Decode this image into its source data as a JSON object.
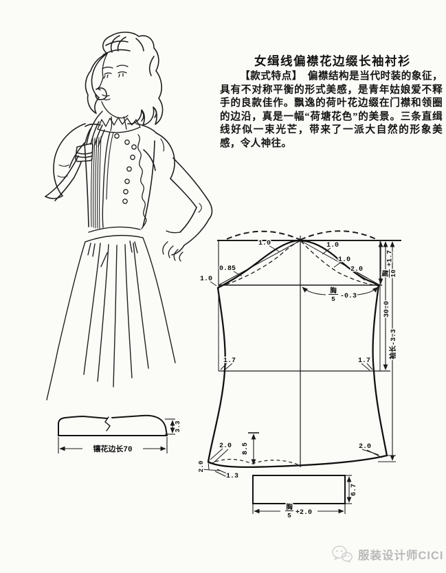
{
  "article": {
    "title": "女缉线偏襟花边缀长袖衬衫",
    "paragraph": "【款式特点】　偏襟结构是当代时装的象征，具有不对称平衡的形式美感，是青年姑娘爱不释手的良款佳作。飘逸的荷叶花边缀在门襟和领圈的边沿，真是一幅“荷塘花色”的美景。三条直缉线好似一束光芒，带来了一派大自然的形象美感，令人神往。"
  },
  "sleeve_pattern": {
    "cap_offset_left_top": "1.0",
    "cap_offset_right_top": "1.0",
    "cap_offset_right_mid": "1.0",
    "cap_offset_right_low": "2.0",
    "cap_offset_left_low": "0.85",
    "underarm_drop_left": "1.0",
    "biceps_half_width": {
      "numerator": "胸",
      "denominator": "5",
      "suffix": "-0.3"
    },
    "elbow_ease_left": "1.7",
    "elbow_ease_right": "1.7",
    "hem_rise_left": "2.0",
    "hem_rise_right": "2.0",
    "hem_corner_drop": "2.0",
    "hem_corner_flare": "1.3",
    "vent_depth": "8.5",
    "cap_height": {
      "numerator": "胸",
      "denominator": "10",
      "suffix": "+1.7"
    },
    "shoulder_to_elbow": "30.0",
    "sleeve_length_label": "袖长-3.3"
  },
  "cuff": {
    "height": "6.7",
    "width": {
      "numerator": "胸",
      "denominator": "5",
      "suffix": "+2.0"
    }
  },
  "lace_band": {
    "length_label": "镶花边长70",
    "height_label": "3.3"
  },
  "watermark": {
    "text": "服装设计师CICI"
  }
}
